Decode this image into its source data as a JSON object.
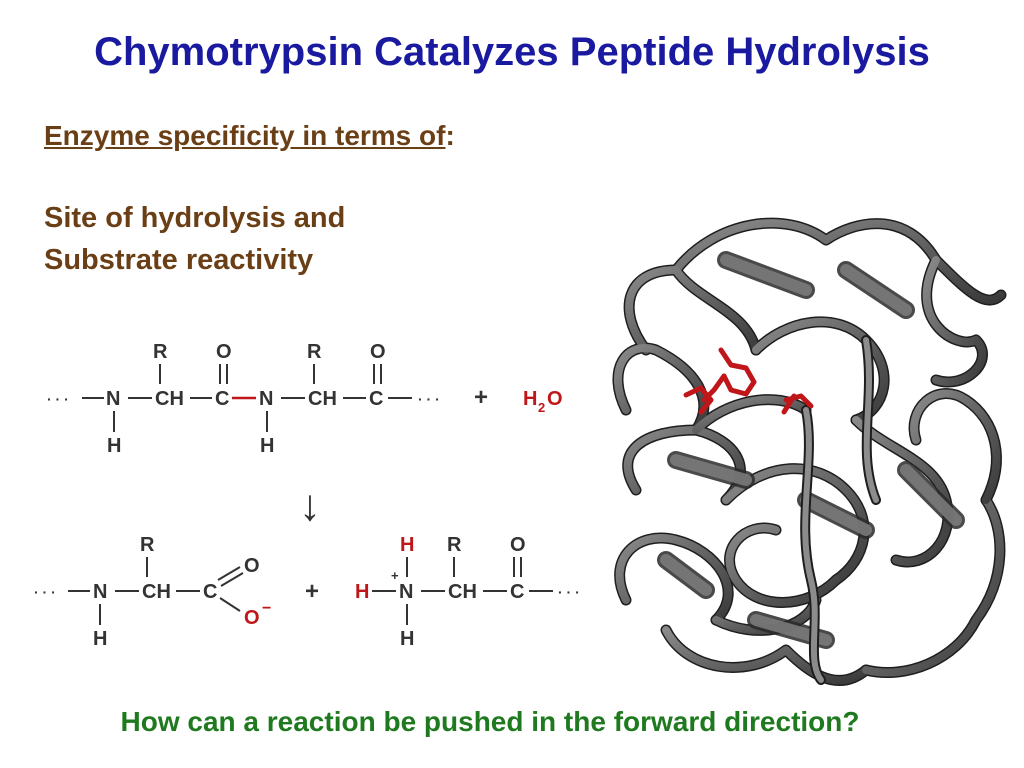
{
  "slide": {
    "title": "Chymotrypsin Catalyzes Peptide Hydrolysis",
    "heading_underlined": "Enzyme specificity in terms of",
    "heading_colon": ":",
    "line1": "Site of hydrolysis and",
    "line2": "Substrate reactivity",
    "question": "How can a reaction be pushed in the forward direction?"
  },
  "reaction": {
    "dots": "· · ·",
    "N": "N",
    "CH": "CH",
    "C": "C",
    "R": "R",
    "O": "O",
    "H": "H",
    "plus": "+",
    "charge_plus": "+",
    "charge_minus": "−",
    "water_H": "H",
    "water_sub": "2",
    "water_O": "O",
    "arrow": "↓"
  },
  "colors": {
    "title": "#1a1aa0",
    "heading": "#6b3f16",
    "question": "#1f7a1f",
    "highlight": "#c0161a",
    "ribbon": "#555555"
  },
  "icons": {
    "protein": "chymotrypsin-ribbon-structure"
  }
}
